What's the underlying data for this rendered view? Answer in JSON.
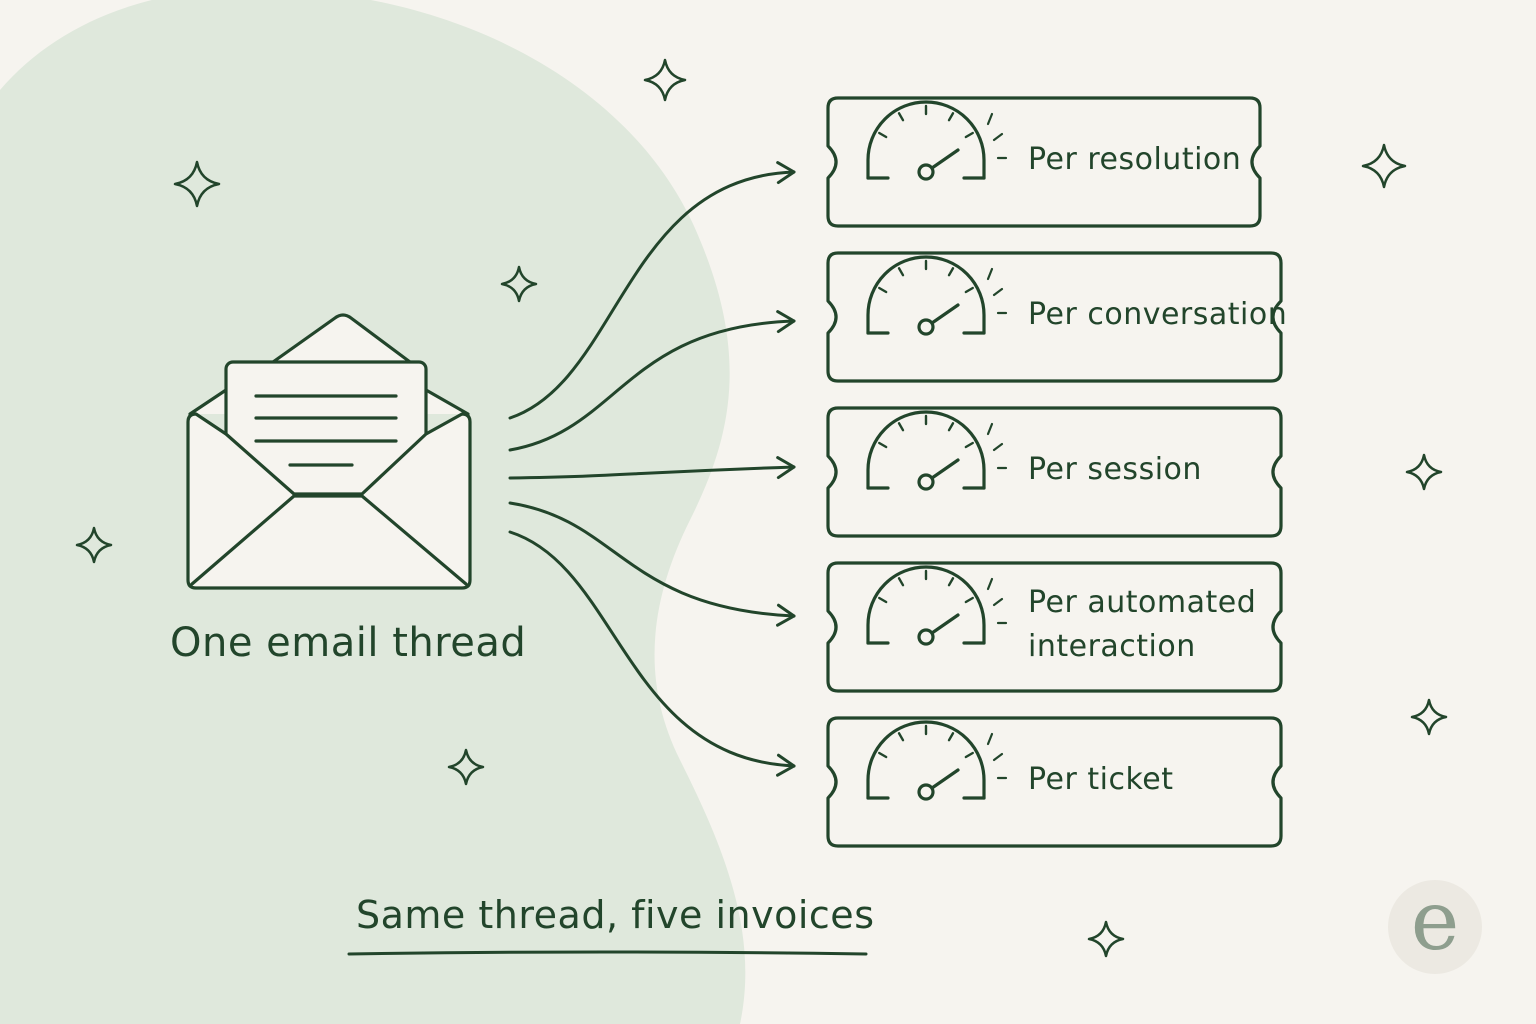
{
  "source": {
    "label": "One email thread"
  },
  "caption": "Same thread, five invoices",
  "tickets": [
    {
      "lines": [
        "Per resolution"
      ]
    },
    {
      "lines": [
        "Per conversation"
      ]
    },
    {
      "lines": [
        "Per session"
      ]
    },
    {
      "lines": [
        "Per automated",
        "interaction"
      ]
    },
    {
      "lines": [
        "Per ticket"
      ]
    }
  ],
  "logo": {
    "letter": "e"
  },
  "colors": {
    "ink": "#22452b",
    "blob": "#dfe8dc",
    "background": "#f6f4ef",
    "logo_letter": "#8e9e8e"
  }
}
